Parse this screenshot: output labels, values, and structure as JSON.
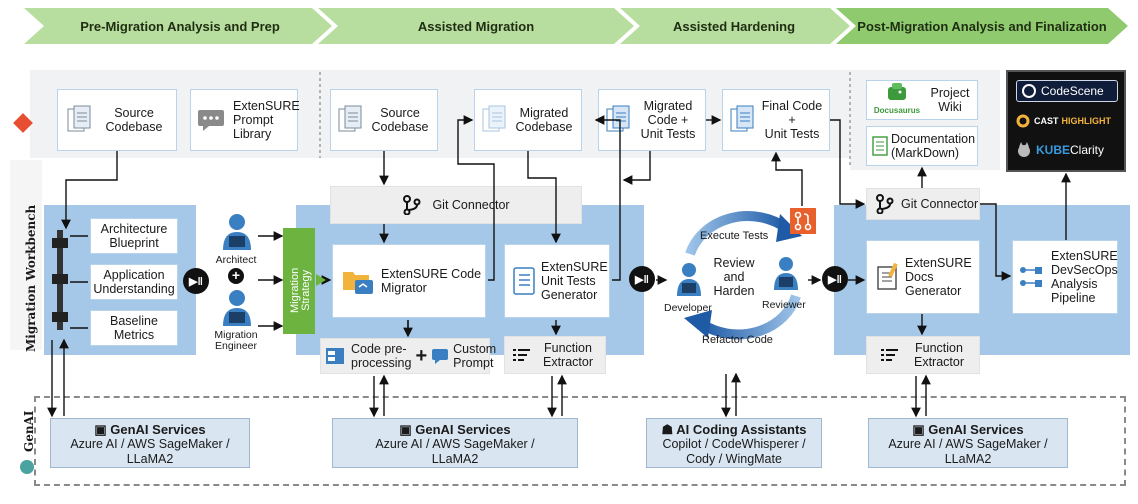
{
  "phases": [
    "Pre-Migration Analysis and Prep",
    "Assisted Migration",
    "Assisted Hardening",
    "Post-Migration Analysis and Finalization"
  ],
  "side_labels": {
    "git": "git",
    "workbench": "Migration Workbench",
    "genai": "GenAI"
  },
  "pre": {
    "source_codebase": "Source\nCodebase",
    "prompt_library": "ExtenSURE\nPrompt\nLibrary",
    "architecture_blueprint": "Architecture\nBlueprint",
    "application_understanding": "Application\nUnderstanding",
    "baseline_metrics": "Baseline\nMetrics",
    "architect": "Architect",
    "plus": "+",
    "migration_engineer": "Migration\nEngineer",
    "migration_strategy": "Migration\nStrategy"
  },
  "migration": {
    "source_codebase": "Source\nCodebase",
    "migrated_codebase": "Migrated\nCodebase",
    "migrated_code_tests": "Migrated\nCode +\nUnit Tests",
    "git_connector": "Git Connector",
    "code_migrator": "ExtenSURE Code\nMigrator",
    "unit_tests_generator": "ExtenSURE\nUnit Tests\nGenerator",
    "code_preprocessing": "Code pre-\nprocessing",
    "plus": "+",
    "custom_prompt": "Custom\nPrompt",
    "function_extractor": "Function\nExtractor"
  },
  "hardening": {
    "final_code": "Final Code\n+\nUnit Tests",
    "execute_tests": "Execute Tests",
    "review_harden": "Review\nand\nHarden",
    "refactor_code": "Refactor Code",
    "developer": "Developer",
    "reviewer": "Reviewer"
  },
  "post": {
    "project_wiki": "Project\nWiki",
    "docusaurus": "Docusaurus",
    "documentation": "Documentation\n(MarkDown)",
    "git_connector": "Git Connector",
    "docs_generator": "ExtenSURE\nDocs\nGenerator",
    "function_extractor": "Function\nExtractor",
    "devsecops": "ExtenSURE\nDevSecOps\nAnalysis\nPipeline",
    "codescene": "CodeScene",
    "cast": "CAST",
    "cast_highlight": "HIGHLIGHT",
    "kube": "KUBE",
    "kube_clarity": "Clarity"
  },
  "genai": [
    {
      "title": "GenAI Services",
      "lines": "Azure AI / AWS SageMaker /\nLLaMA2"
    },
    {
      "title": "GenAI Services",
      "lines": "Azure AI / AWS SageMaker /\nLLaMA2"
    },
    {
      "title": "AI Coding Assistants",
      "lines": "Copilot / CodeWhisperer /\nCody / WingMate"
    },
    {
      "title": "GenAI Services",
      "lines": "Azure AI / AWS SageMaker /\nLLaMA2"
    }
  ],
  "colors": {
    "phase_green": "#7cc35e",
    "band_blue": "#a6c8e8",
    "strategy_green": "#6db33f",
    "git_red": "#e84e31",
    "accent_blue": "#3a7fc1",
    "orange": "#e8602c"
  }
}
